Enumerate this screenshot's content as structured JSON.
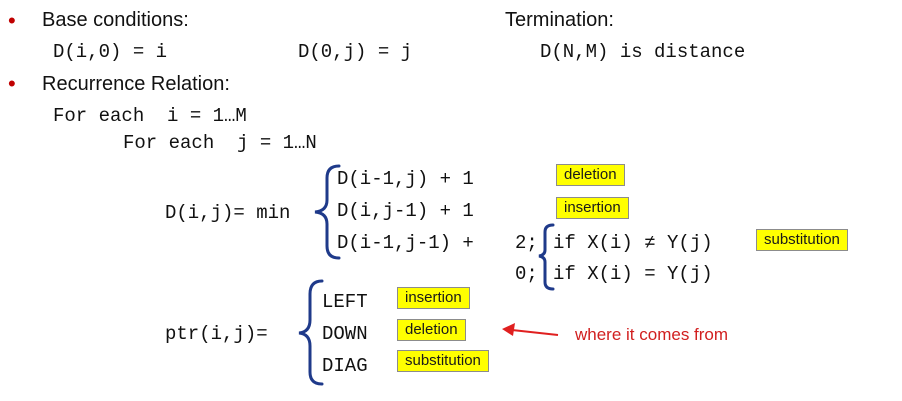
{
  "bullets": {
    "base_conditions": "Base conditions:",
    "termination": "Termination:",
    "recurrence": "Recurrence Relation:"
  },
  "base": {
    "d_i0": "D(i,0) = i",
    "d_0j": "D(0,j) = j",
    "d_nm": "D(N,M) is distance"
  },
  "loops": {
    "outer": "For each  i = 1…M",
    "inner": "For each  j = 1…N"
  },
  "recurrence": {
    "lhs": "D(i,j)= min",
    "row1": "D(i-1,j) + 1",
    "row2": "D(i,j-1) + 1",
    "row3": "D(i-1,j-1) +",
    "case_a_value": "2;",
    "case_a_cond": "if X(i) ≠ Y(j)",
    "case_b_value": "0;",
    "case_b_cond": "if X(i) = Y(j)"
  },
  "pointer": {
    "lhs": "ptr(i,j)=",
    "row1": "LEFT",
    "row2": "DOWN",
    "row3": "DIAG"
  },
  "tags": {
    "deletion": "deletion",
    "insertion": "insertion",
    "substitution": "substitution",
    "ptr_insertion": "insertion",
    "ptr_deletion": "deletion",
    "ptr_substitution": "substitution"
  },
  "annotation": {
    "where": "where it comes from"
  },
  "colors": {
    "bullet": "#c00000",
    "brace": "#1f3a8a",
    "highlight": "#ffff00",
    "arrow": "#e02020"
  }
}
